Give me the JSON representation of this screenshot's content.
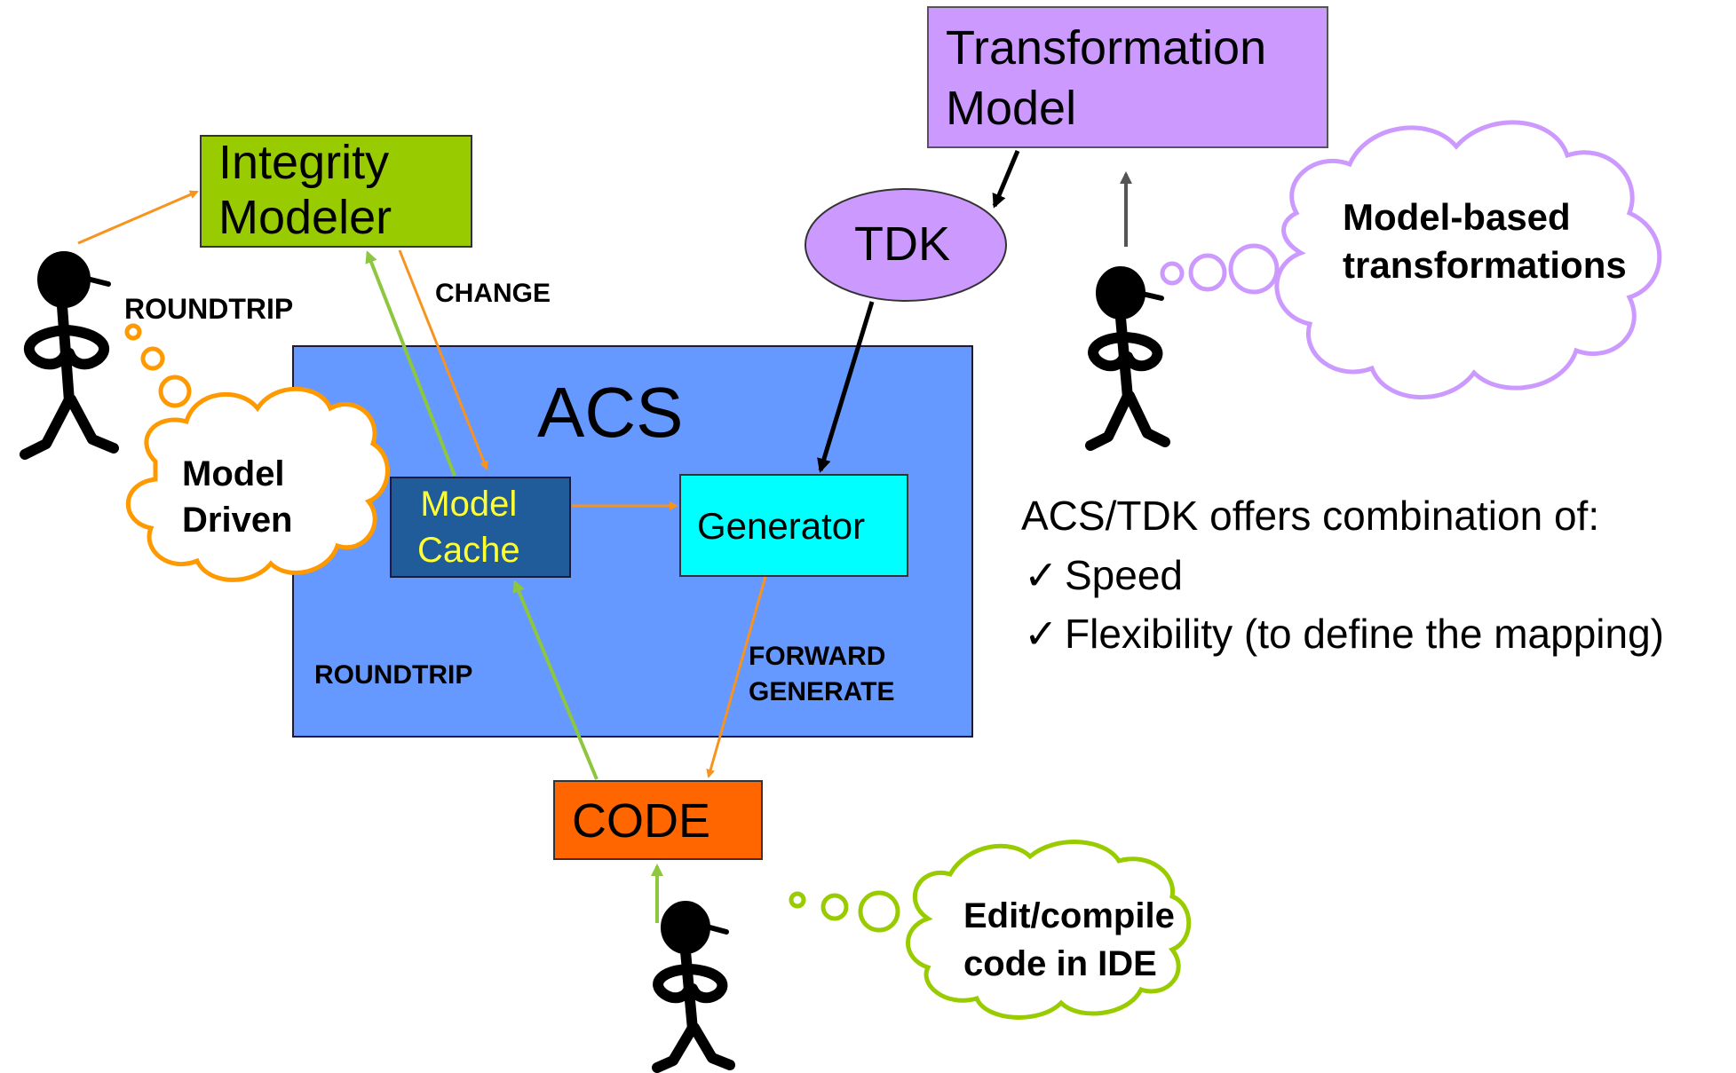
{
  "boxes": {
    "integrity_modeler": "Integrity\nModeler",
    "transformation_model": "Transformation\nModel",
    "tdk": "TDK",
    "acs": "ACS",
    "model_cache": "Model\nCache",
    "generator": "Generator",
    "code": "CODE"
  },
  "edge_labels": {
    "roundtrip_top": "ROUNDTRIP",
    "change": "CHANGE",
    "roundtrip_inner": "ROUNDTRIP",
    "forward_generate": "FORWARD\nGENERATE"
  },
  "thoughts": {
    "model_driven": "Model\nDriven",
    "model_based": "Model-based\ntransformations",
    "edit_compile": "Edit/compile\ncode in IDE"
  },
  "summary": {
    "heading": "ACS/TDK offers combination of:",
    "items": [
      "Speed",
      "Flexibility (to define the mapping)"
    ],
    "check_glyph": "✓"
  },
  "colors": {
    "acs_fill": "#6699ff",
    "integrity_fill": "#99cc00",
    "transformation_fill": "#cc99ff",
    "tdk_fill": "#cc99ff",
    "model_cache_fill": "#1f5c99",
    "model_cache_text": "#ffff33",
    "generator_fill": "#00ffff",
    "code_fill": "#ff6600",
    "orange_arrow": "#f7931e",
    "green_arrow": "#8dc63f",
    "black_arrow": "#000000",
    "grey_arrow": "#555555",
    "cloud_orange": "#ff9900",
    "cloud_purple": "#cc99ff",
    "cloud_green": "#99cc00"
  }
}
